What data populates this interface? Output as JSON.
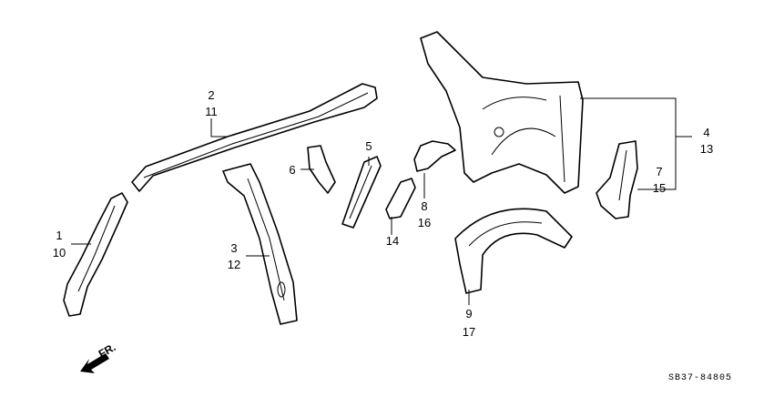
{
  "callouts": [
    {
      "id": "p1",
      "numbers": [
        "1",
        "10"
      ]
    },
    {
      "id": "p2",
      "numbers": [
        "2",
        "11"
      ]
    },
    {
      "id": "p3",
      "numbers": [
        "3",
        "12"
      ]
    },
    {
      "id": "p4",
      "numbers": [
        "4",
        "13"
      ]
    },
    {
      "id": "p5",
      "numbers": [
        "5"
      ]
    },
    {
      "id": "p6",
      "numbers": [
        "6"
      ]
    },
    {
      "id": "p7",
      "numbers": [
        "7",
        "15"
      ]
    },
    {
      "id": "p8",
      "numbers": [
        "8",
        "16"
      ]
    },
    {
      "id": "p9",
      "numbers": [
        "9",
        "17"
      ]
    },
    {
      "id": "p14",
      "numbers": [
        "14"
      ]
    }
  ],
  "direction_label": "FR.",
  "diagram_code": "SB37-84805"
}
